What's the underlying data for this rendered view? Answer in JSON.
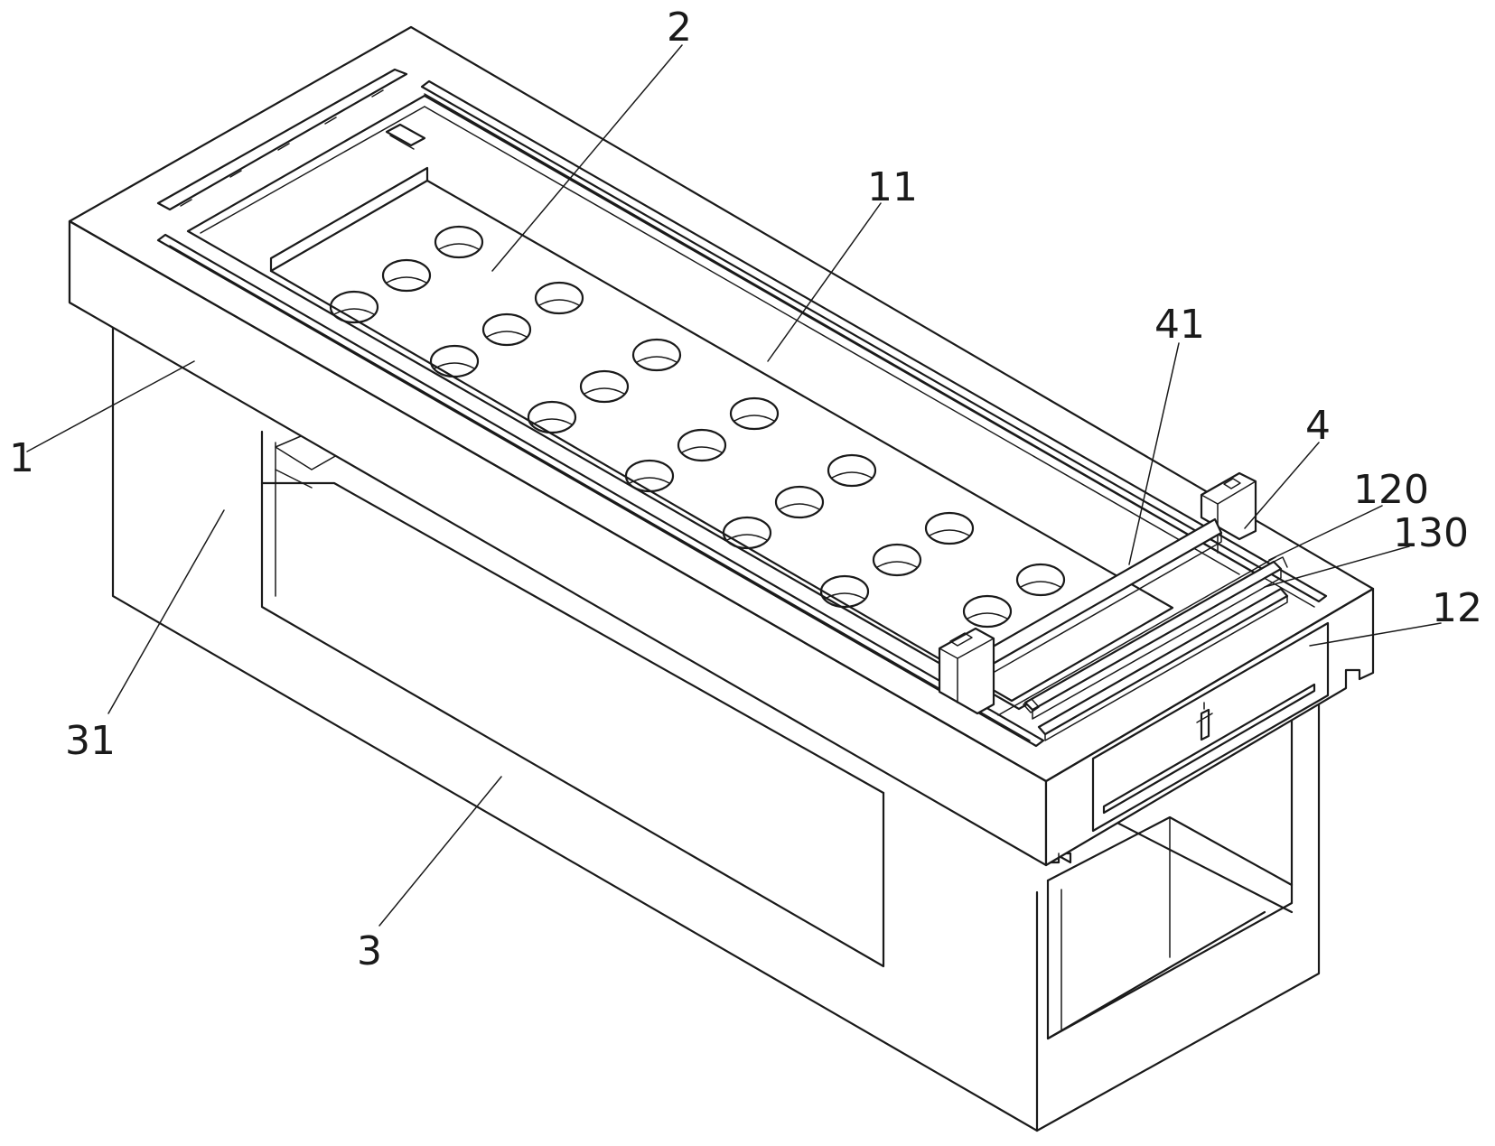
{
  "colors": {
    "line": "#1a1a1a",
    "background": "#ffffff"
  },
  "callouts": [
    {
      "id": "c1",
      "text": "1"
    },
    {
      "id": "c2",
      "text": "2"
    },
    {
      "id": "c11",
      "text": "11"
    },
    {
      "id": "c41",
      "text": "41"
    },
    {
      "id": "c4",
      "text": "4"
    },
    {
      "id": "c120",
      "text": "120"
    },
    {
      "id": "c130",
      "text": "130"
    },
    {
      "id": "c12",
      "text": "12"
    },
    {
      "id": "c31",
      "text": "31"
    },
    {
      "id": "c3",
      "text": "3"
    }
  ]
}
